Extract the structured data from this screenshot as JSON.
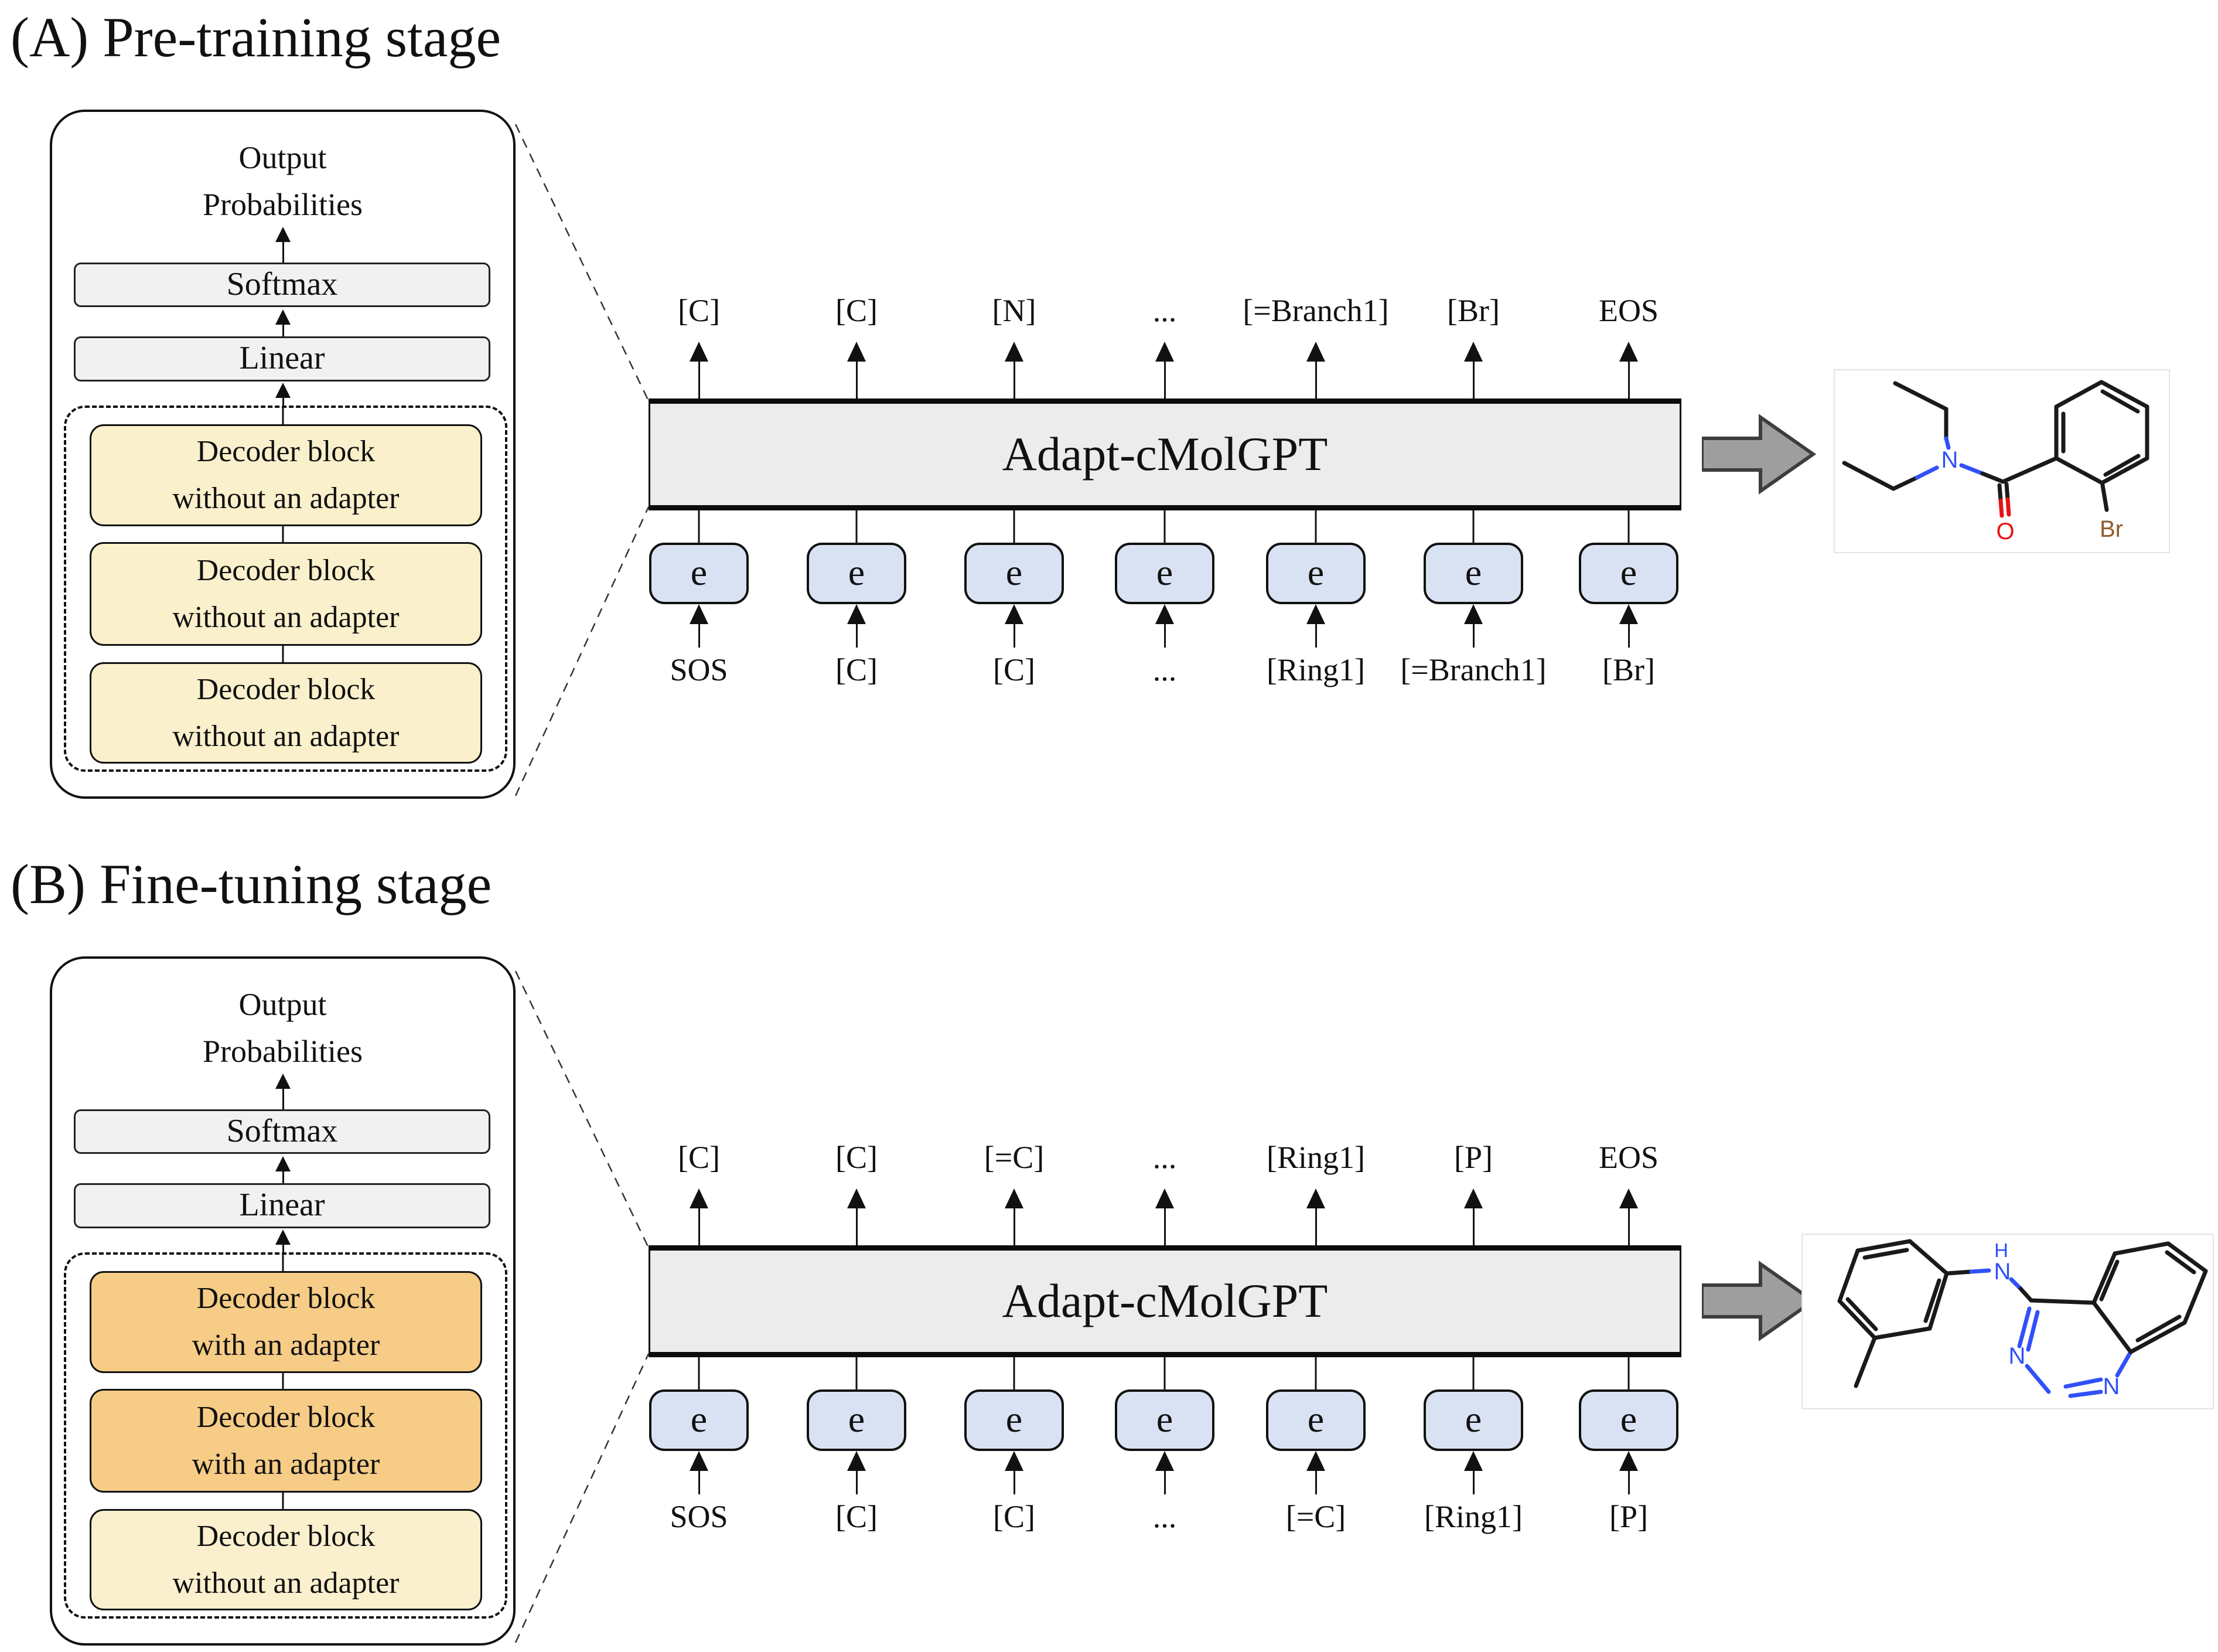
{
  "colors": {
    "panel_box_fill": "#F1F1F1",
    "model_bar_fill": "#ECECEC",
    "embedding_fill": "#D9E2F3",
    "block_arrow_fill": "#9E9E9E",
    "atom_nitrogen": "#3050F8",
    "atom_oxygen": "#E81212",
    "atom_bromine": "#8F5A2B"
  },
  "stages": [
    {
      "title": "(A) Pre-training stage",
      "panel": {
        "output_line1": "Output",
        "output_line2": "Probabilities",
        "softmax": "Softmax",
        "linear": "Linear",
        "blocks": [
          {
            "line1": "Decoder block",
            "line2": "without an adapter",
            "color": "#FAF0CB"
          },
          {
            "line1": "Decoder block",
            "line2": "without an adapter",
            "color": "#FAF0CB"
          },
          {
            "line1": "Decoder block",
            "line2": "without an adapter",
            "color": "#FAF0CB"
          }
        ]
      },
      "model_label": "Adapt-cMolGPT",
      "embedding_symbol": "e",
      "columns": [
        {
          "top": "[C]",
          "bottom": "SOS"
        },
        {
          "top": "[C]",
          "bottom": "[C]"
        },
        {
          "top": "[N]",
          "bottom": "[C]"
        },
        {
          "top": "...",
          "bottom": "..."
        },
        {
          "top": "[=Branch1]",
          "bottom": "[Ring1]"
        },
        {
          "top": "[Br]",
          "bottom": "[=Branch1]"
        },
        {
          "top": "EOS",
          "bottom": "[Br]"
        }
      ],
      "molecule": {
        "atoms": [
          "N",
          "O",
          "Br"
        ]
      }
    },
    {
      "title": "(B) Fine-tuning stage",
      "panel": {
        "output_line1": "Output",
        "output_line2": "Probabilities",
        "softmax": "Softmax",
        "linear": "Linear",
        "blocks": [
          {
            "line1": "Decoder block",
            "line2": "with an adapter",
            "color": "#F6CC86"
          },
          {
            "line1": "Decoder block",
            "line2": "with an adapter",
            "color": "#F6CC86"
          },
          {
            "line1": "Decoder block",
            "line2": "without an adapter",
            "color": "#FBF0CE"
          }
        ]
      },
      "model_label": "Adapt-cMolGPT",
      "embedding_symbol": "e",
      "columns": [
        {
          "top": "[C]",
          "bottom": "SOS"
        },
        {
          "top": "[C]",
          "bottom": "[C]"
        },
        {
          "top": "[=C]",
          "bottom": "[C]"
        },
        {
          "top": "...",
          "bottom": "..."
        },
        {
          "top": "[Ring1]",
          "bottom": "[=C]"
        },
        {
          "top": "[P]",
          "bottom": "[Ring1]"
        },
        {
          "top": "EOS",
          "bottom": "[P]"
        }
      ],
      "molecule": {
        "atoms": [
          "H",
          "N",
          "N",
          "N"
        ]
      }
    }
  ]
}
